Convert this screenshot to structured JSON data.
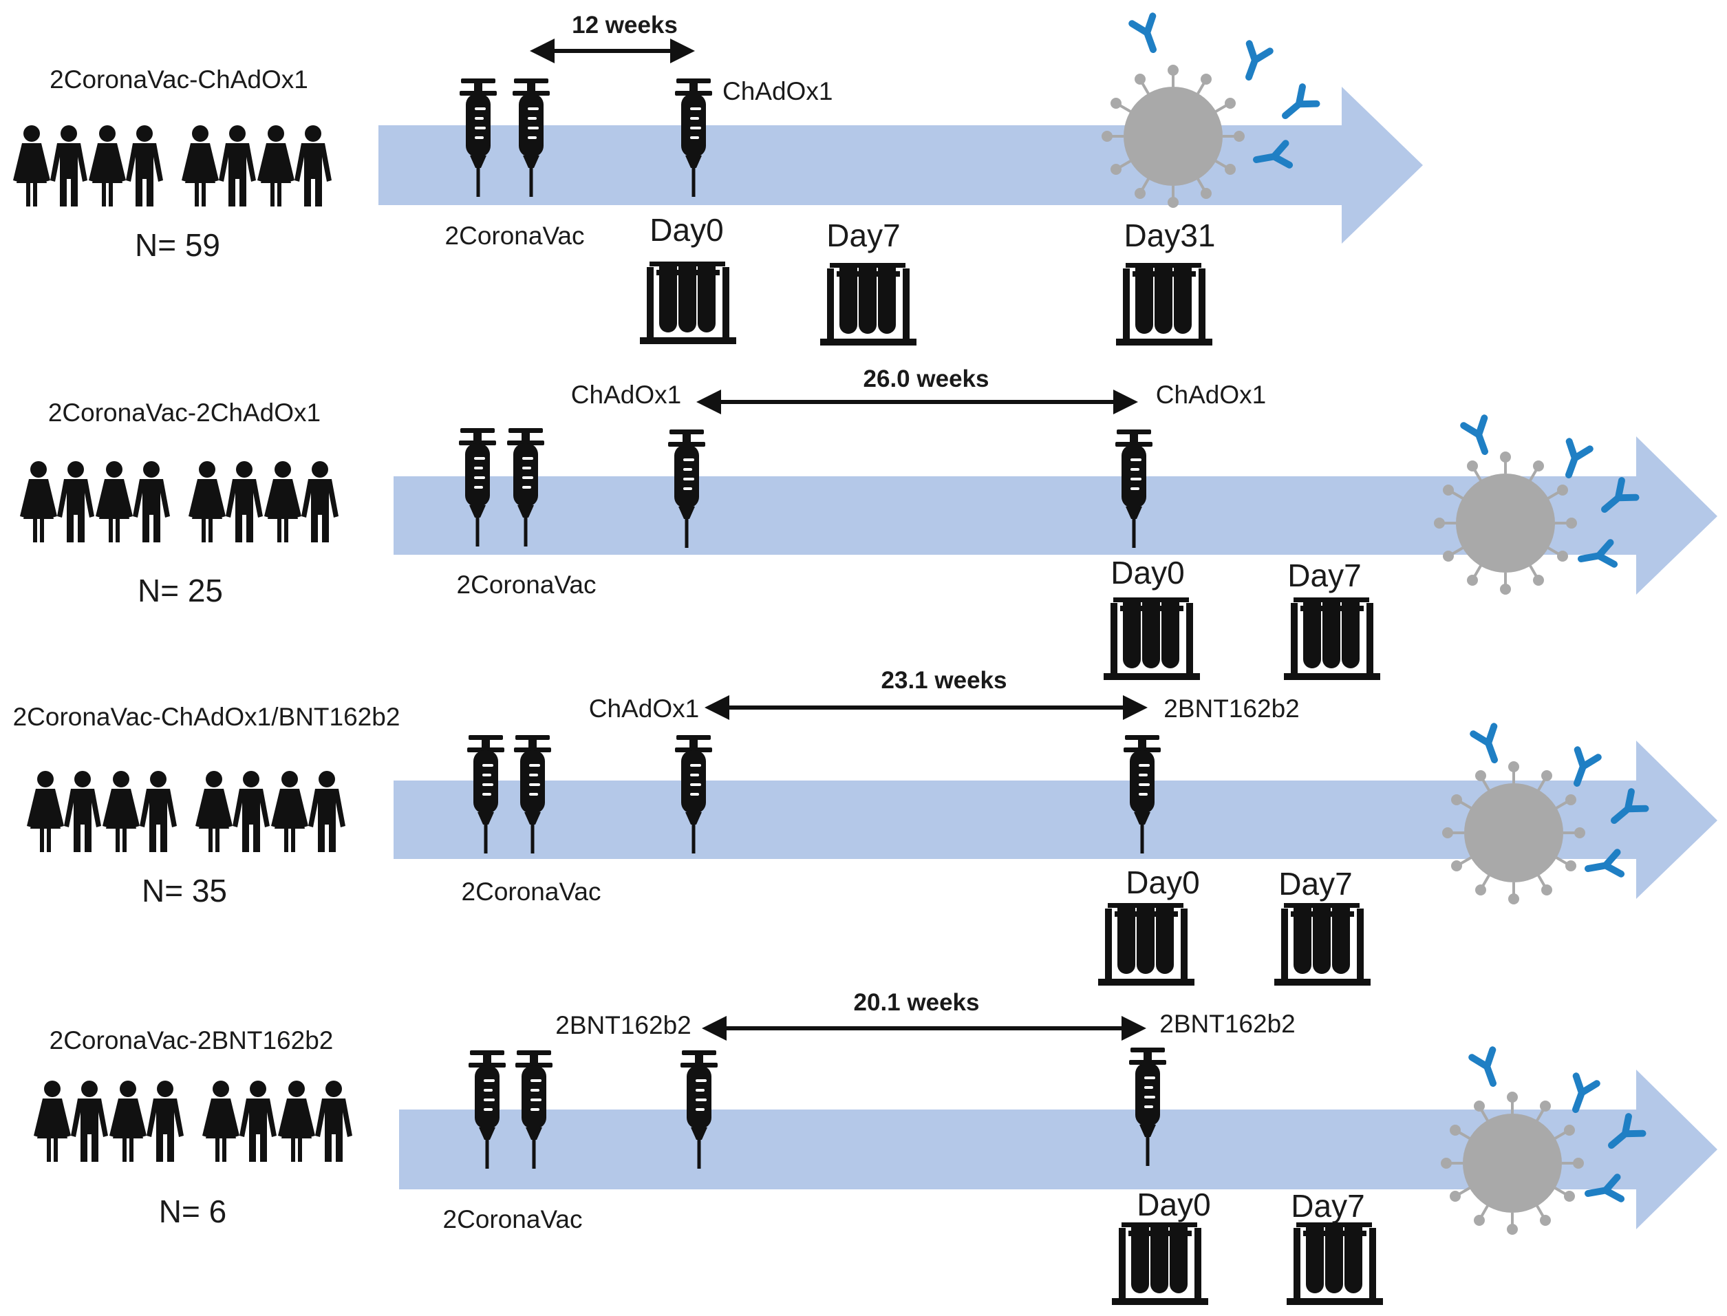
{
  "groups": [
    {
      "name": "2CoronaVac-ChAdOx1",
      "n_label": "N= 59",
      "prior_doses_label": "2CoronaVac",
      "first_vaccine_label": "",
      "booster_label": "ChAdOx1",
      "interval_label": "12 weeks",
      "sample_labels": [
        "Day0",
        "Day7",
        "Day31"
      ]
    },
    {
      "name": "2CoronaVac-2ChAdOx1",
      "n_label": "N= 25",
      "prior_doses_label": "2CoronaVac",
      "first_vaccine_label": "ChAdOx1",
      "booster_label": "ChAdOx1",
      "interval_label": "26.0 weeks",
      "sample_labels": [
        "Day0",
        "Day7"
      ]
    },
    {
      "name": "2CoronaVac-ChAdOx1/BNT162b2",
      "n_label": "N= 35",
      "prior_doses_label": "2CoronaVac",
      "first_vaccine_label": "ChAdOx1",
      "booster_label": "2BNT162b2",
      "interval_label": "23.1 weeks",
      "sample_labels": [
        "Day0",
        "Day7"
      ]
    },
    {
      "name": "2CoronaVac-2BNT162b2",
      "n_label": "N= 6",
      "prior_doses_label": "2CoronaVac",
      "first_vaccine_label": "2BNT162b2",
      "booster_label": "2BNT162b2",
      "interval_label": "20.1 weeks",
      "sample_labels": [
        "Day0",
        "Day7"
      ]
    }
  ],
  "colors": {
    "timeline_arrow": "#b4c8e8",
    "virus": "#a9a9a9",
    "antibody": "#1f7fc4",
    "ink": "#111111"
  },
  "icons": [
    "people-icon",
    "syringe-icon",
    "test-tube-rack-icon",
    "virus-icon",
    "antibody-icon"
  ]
}
